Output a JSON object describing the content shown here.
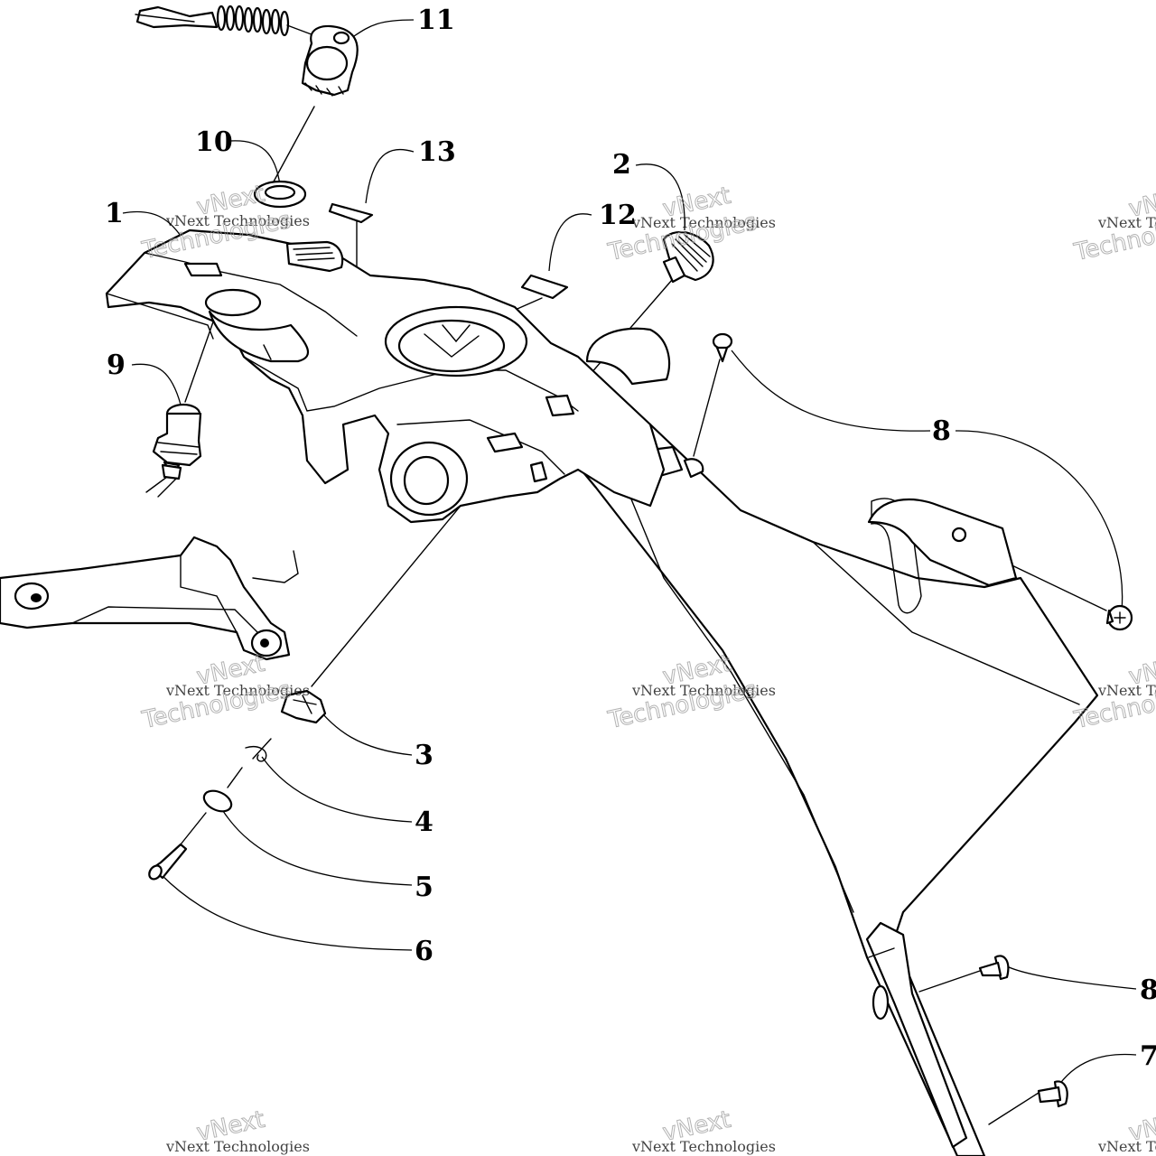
{
  "callouts": [
    {
      "id": "c1",
      "label": "1"
    },
    {
      "id": "c2",
      "label": "2"
    },
    {
      "id": "c3",
      "label": "3"
    },
    {
      "id": "c4",
      "label": "4"
    },
    {
      "id": "c5",
      "label": "5"
    },
    {
      "id": "c6",
      "label": "6"
    },
    {
      "id": "c7",
      "label": "7"
    },
    {
      "id": "c8a",
      "label": "8"
    },
    {
      "id": "c8b",
      "label": "8"
    },
    {
      "id": "c9",
      "label": "9"
    },
    {
      "id": "c10",
      "label": "10"
    },
    {
      "id": "c11",
      "label": "11"
    },
    {
      "id": "c12",
      "label": "12"
    },
    {
      "id": "c13",
      "label": "13"
    }
  ],
  "watermark": {
    "line1": "vNext Technologies",
    "line2": "vNext",
    "line3": "Technologies"
  }
}
